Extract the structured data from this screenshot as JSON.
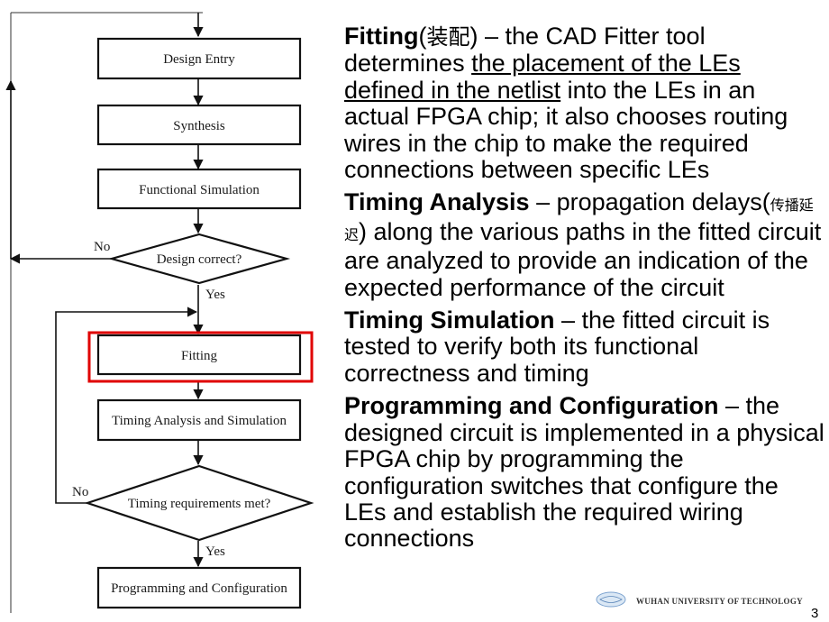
{
  "flowchart": {
    "steps": {
      "design_entry": "Design Entry",
      "synthesis": "Synthesis",
      "functional_simulation": "Functional Simulation",
      "design_correct": "Design correct?",
      "fitting": "Fitting",
      "timing_analysis_simulation": "Timing Analysis and Simulation",
      "timing_requirements_met": "Timing requirements met?",
      "programming_configuration": "Programming and Configuration"
    },
    "labels": {
      "no_1": "No",
      "yes_1": "Yes",
      "no_2": "No",
      "yes_2": "Yes"
    },
    "highlight_color": "#e00000"
  },
  "bullets": {
    "fitting": {
      "term": "Fitting",
      "cjk": "装配",
      "dash": " – the CAD Fitter tool determines ",
      "underlined": "the placement of the LEs defined in the netlist",
      "rest": " into the LEs in an actual FPGA chip; it also chooses routing wires in the chip to make the required connections between specific LEs"
    },
    "timing_analysis": {
      "term": "Timing Analysis",
      "pre": " – propagation delays(",
      "cjk": "传播延迟",
      "rest": ") along the various paths in the fitted circuit are analyzed to provide an indication of the expected performance of the circuit"
    },
    "timing_simulation": {
      "term": "Timing Simulation",
      "rest": " – the fitted circuit is tested to verify both its functional correctness and timing"
    },
    "programming": {
      "term": "Programming and Configuration",
      "rest": " – the designed circuit is implemented in a physical FPGA chip by programming the configuration switches that configure the LEs and establish the required wiring connections"
    }
  },
  "footer": {
    "university": "WUHAN UNIVERSITY OF TECHNOLOGY",
    "page_number": "3"
  }
}
